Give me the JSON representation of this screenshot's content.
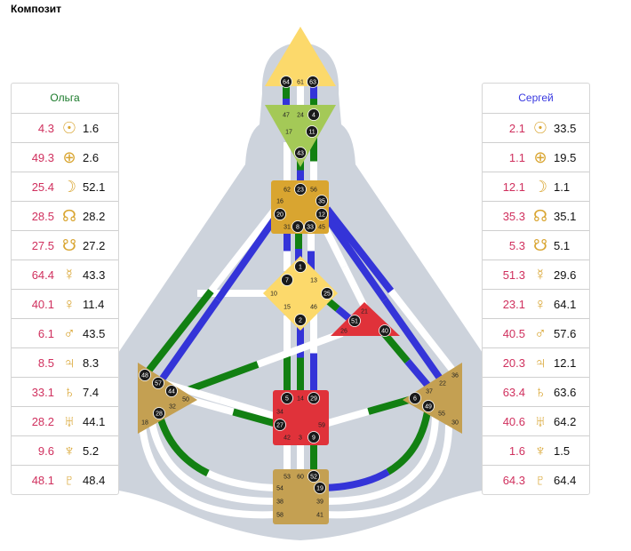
{
  "title": "Композит",
  "left": {
    "name": "Ольга",
    "rows": [
      {
        "planet": "sun-icon",
        "sym": "☉",
        "red": "4.3",
        "black": "1.6"
      },
      {
        "planet": "earth-icon",
        "sym": "⊕",
        "red": "49.3",
        "black": "2.6"
      },
      {
        "planet": "moon-icon",
        "sym": "☽",
        "red": "25.4",
        "black": "52.1"
      },
      {
        "planet": "north-node-icon",
        "sym": "☊",
        "red": "28.5",
        "black": "28.2"
      },
      {
        "planet": "south-node-icon",
        "sym": "☋",
        "red": "27.5",
        "black": "27.2"
      },
      {
        "planet": "mercury-icon",
        "sym": "☿",
        "red": "64.4",
        "black": "43.3"
      },
      {
        "planet": "venus-icon",
        "sym": "♀",
        "red": "40.1",
        "black": "11.4"
      },
      {
        "planet": "mars-icon",
        "sym": "♂",
        "red": "6.1",
        "black": "43.5"
      },
      {
        "planet": "jupiter-icon",
        "sym": "♃",
        "red": "8.5",
        "black": "8.3"
      },
      {
        "planet": "saturn-icon",
        "sym": "♄",
        "red": "33.1",
        "black": "7.4"
      },
      {
        "planet": "uranus-icon",
        "sym": "♅",
        "red": "28.2",
        "black": "44.1"
      },
      {
        "planet": "neptune-icon",
        "sym": "♆",
        "red": "9.6",
        "black": "5.2"
      },
      {
        "planet": "pluto-icon",
        "sym": "♇",
        "red": "48.1",
        "black": "48.4"
      }
    ]
  },
  "right": {
    "name": "Сергей",
    "rows": [
      {
        "planet": "sun-icon",
        "sym": "☉",
        "red": "2.1",
        "black": "33.5"
      },
      {
        "planet": "earth-icon",
        "sym": "⊕",
        "red": "1.1",
        "black": "19.5"
      },
      {
        "planet": "moon-icon",
        "sym": "☽",
        "red": "12.1",
        "black": "1.1"
      },
      {
        "planet": "north-node-icon",
        "sym": "☊",
        "red": "35.3",
        "black": "35.1"
      },
      {
        "planet": "south-node-icon",
        "sym": "☋",
        "red": "5.3",
        "black": "5.1"
      },
      {
        "planet": "mercury-icon",
        "sym": "☿",
        "red": "51.3",
        "black": "29.6"
      },
      {
        "planet": "venus-icon",
        "sym": "♀",
        "red": "23.1",
        "black": "64.1"
      },
      {
        "planet": "mars-icon",
        "sym": "♂",
        "red": "40.5",
        "black": "57.6"
      },
      {
        "planet": "jupiter-icon",
        "sym": "♃",
        "red": "20.3",
        "black": "12.1"
      },
      {
        "planet": "saturn-icon",
        "sym": "♄",
        "red": "63.4",
        "black": "63.6"
      },
      {
        "planet": "uranus-icon",
        "sym": "♅",
        "red": "40.6",
        "black": "64.2"
      },
      {
        "planet": "neptune-icon",
        "sym": "♆",
        "red": "1.6",
        "black": "1.5"
      },
      {
        "planet": "pluto-icon",
        "sym": "♇",
        "red": "64.3",
        "black": "64.4"
      }
    ]
  },
  "colors": {
    "green": "#128012",
    "blue": "#3434d8",
    "head": "#fcd96b",
    "ajna": "#a4c957",
    "throat": "#d9a530",
    "g": "#fcd96b",
    "ego": "#e0323a",
    "spleen": "#c4a052",
    "solar": "#c4a052",
    "sacral": "#e0323a",
    "root": "#c4a052",
    "body": "#cdd3dc"
  },
  "gates": {
    "active": [
      "64",
      "63",
      "4",
      "11",
      "43",
      "23",
      "35",
      "20",
      "12",
      "8",
      "33",
      "1",
      "7",
      "25",
      "2",
      "51",
      "40",
      "48",
      "57",
      "44",
      "28",
      "5",
      "29",
      "27",
      "9",
      "6",
      "49",
      "52",
      "19"
    ],
    "inactive": [
      "61",
      "47",
      "24",
      "17",
      "62",
      "56",
      "16",
      "31",
      "45",
      "13",
      "10",
      "15",
      "46",
      "21",
      "26",
      "50",
      "32",
      "18",
      "14",
      "34",
      "59",
      "42",
      "3",
      "36",
      "22",
      "37",
      "55",
      "30",
      "53",
      "60",
      "54",
      "38",
      "39",
      "58",
      "41"
    ]
  }
}
